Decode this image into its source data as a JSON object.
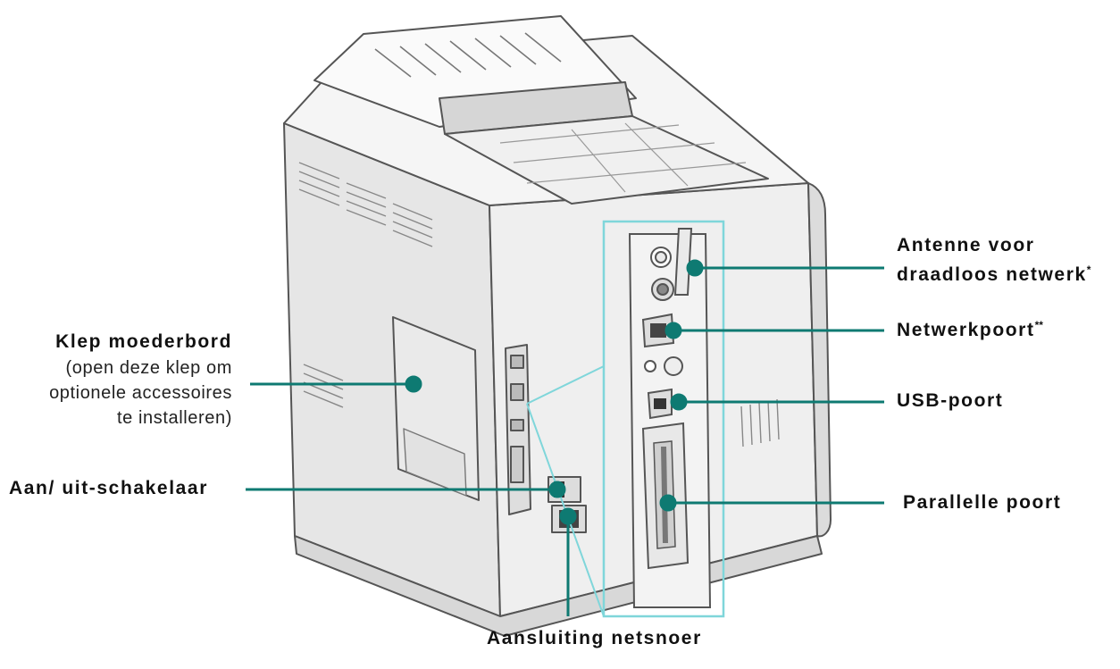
{
  "labels": {
    "antenna_line1": "Antenne voor",
    "antenna_line2": "draadloos netwerk",
    "antenna_mark": "*",
    "network": "Netwerkpoort",
    "network_mark": "**",
    "usb": "USB-poort",
    "parallel": "Parallelle poort",
    "motherboard_title": "Klep moederbord",
    "motherboard_desc1": "(open deze klep om",
    "motherboard_desc2": "optionele accessoires",
    "motherboard_desc3": "te installeren)",
    "power_switch": "Aan/ uit-schakelaar",
    "power_cord": "Aansluiting netsnoer"
  },
  "colors": {
    "callout": "#0e7a72",
    "highlight": "#7fd6da",
    "outline": "#555555",
    "body_light": "#f2f2f2",
    "body_mid": "#e0e0e0",
    "body_dark": "#cfcfcf"
  }
}
